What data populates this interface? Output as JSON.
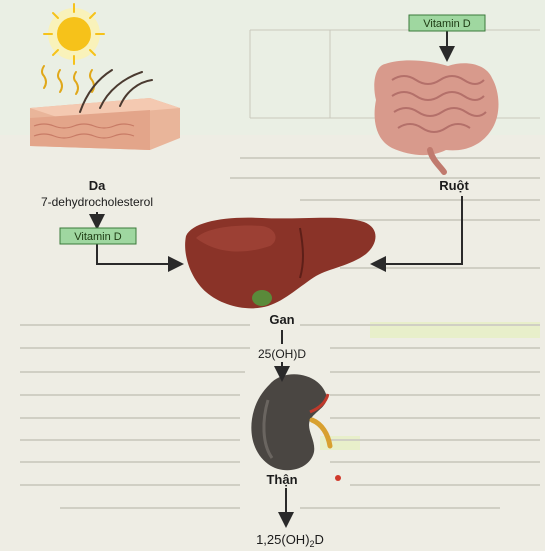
{
  "diagram": {
    "labels": {
      "skin_label_line1": "Da",
      "skin_label_line2": "7-dehydrocholesterol",
      "gut_label": "Ruột",
      "liver_label": "Gan",
      "liver_product": "25(OH)D",
      "kidney_label": "Thận",
      "final_product_main": "1,25(OH)",
      "final_product_sub": "2",
      "final_product_end": "D"
    },
    "tags": {
      "vitamin_d_top": "Vitamin D",
      "vitamin_d_left": "Vitamin D"
    },
    "colors": {
      "tag_fill": "#9fd7a0",
      "tag_border": "#3b7a3a",
      "liver": "#8a3328",
      "kidney": "#4a4642",
      "intestine": "#d89a8c",
      "sun": "#f6c21a",
      "arrow": "#2a2a2a"
    }
  }
}
